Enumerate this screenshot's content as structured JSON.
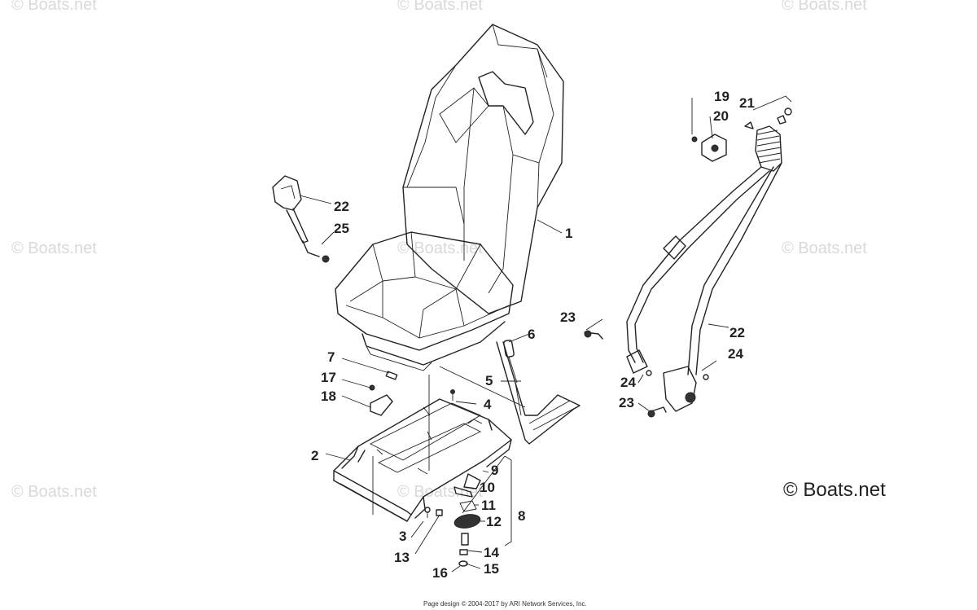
{
  "watermarks": [
    "© Boats.net",
    "© Boats.net",
    "© Boats.net",
    "© Boats.net",
    "© Boats.net",
    "© Boats.net",
    "© Boats.net",
    "© Boats.net"
  ],
  "brand_label": "© Boats.net",
  "footer_text": "Page design © 2004-2017 by ARI Network Services, Inc.",
  "callouts": [
    "1",
    "2",
    "3",
    "4",
    "5",
    "6",
    "7",
    "8",
    "9",
    "10",
    "11",
    "12",
    "13",
    "14",
    "15",
    "16",
    "17",
    "18",
    "19",
    "20",
    "21",
    "22",
    "22",
    "23",
    "23",
    "24",
    "24",
    "25"
  ],
  "colors": {
    "line": "#222222",
    "watermark": "#d9d9d9",
    "background": "#ffffff"
  }
}
